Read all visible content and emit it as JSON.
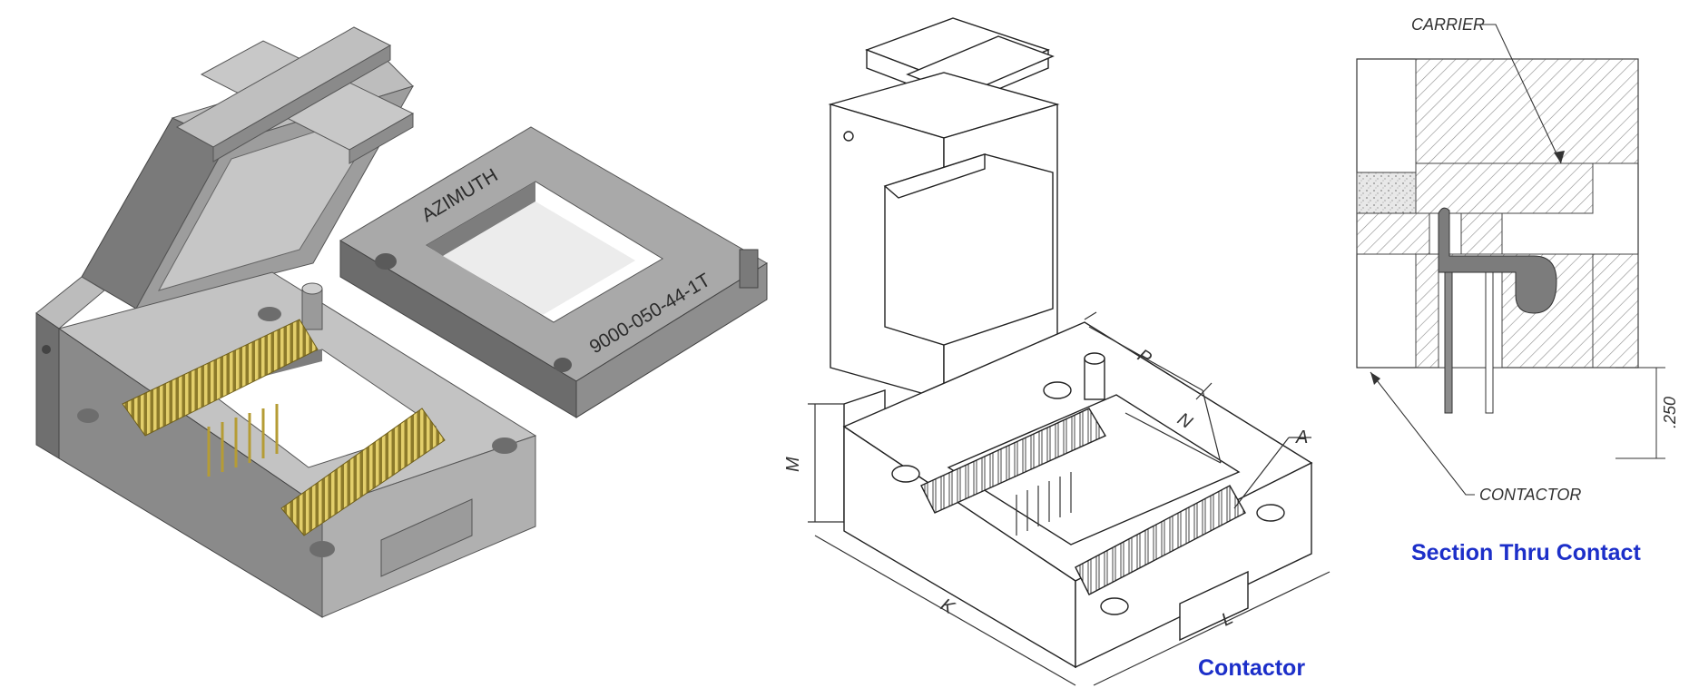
{
  "figure_render": {
    "part_names": [
      "AZIMUTH",
      "9000-050-44-1T"
    ]
  },
  "figure_drawing": {
    "dimensions": [
      "P",
      "N",
      "A",
      "M",
      "K",
      "L"
    ],
    "caption": "Contactor"
  },
  "figure_section": {
    "labels": [
      "CARRIER",
      "CONTACTOR"
    ],
    "dimension": ".250",
    "caption": "Section Thru Contact"
  },
  "colors": {
    "caption": "#1c2fc9",
    "gold_pins": "#c9b24a",
    "housing_gray": "#a6a6a6",
    "hatch": "#777777"
  }
}
